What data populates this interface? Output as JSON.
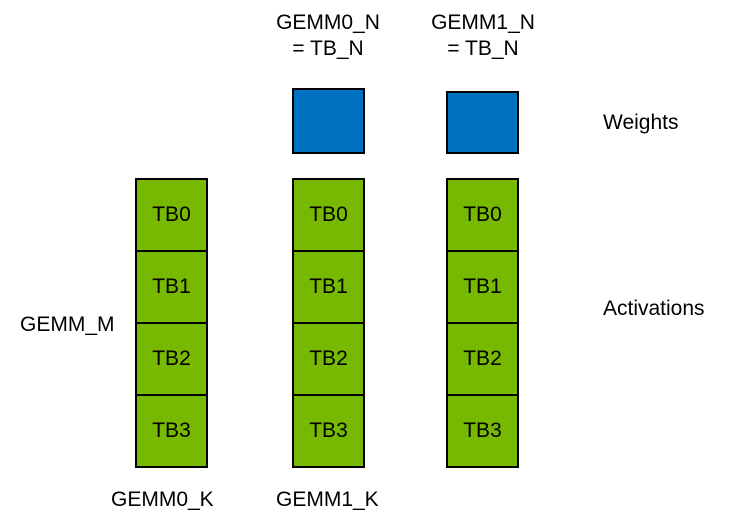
{
  "colors": {
    "activation_fill": "#76b900",
    "weight_fill": "#0070c0",
    "stroke": "#000000"
  },
  "headers": {
    "gemm0_n_line1": "GEMM0_N",
    "gemm0_n_line2": "= TB_N",
    "gemm1_n_line1": "GEMM1_N",
    "gemm1_n_line2": "= TB_N"
  },
  "side_labels": {
    "weights": "Weights",
    "activations": "Activations",
    "gemm_m": "GEMM_M"
  },
  "bottom_labels": {
    "gemm0_k": "GEMM0_K",
    "gemm1_k": "GEMM1_K"
  },
  "columns": [
    {
      "cells": [
        "TB0",
        "TB1",
        "TB2",
        "TB3"
      ]
    },
    {
      "cells": [
        "TB0",
        "TB1",
        "TB2",
        "TB3"
      ]
    },
    {
      "cells": [
        "TB0",
        "TB1",
        "TB2",
        "TB3"
      ]
    }
  ]
}
